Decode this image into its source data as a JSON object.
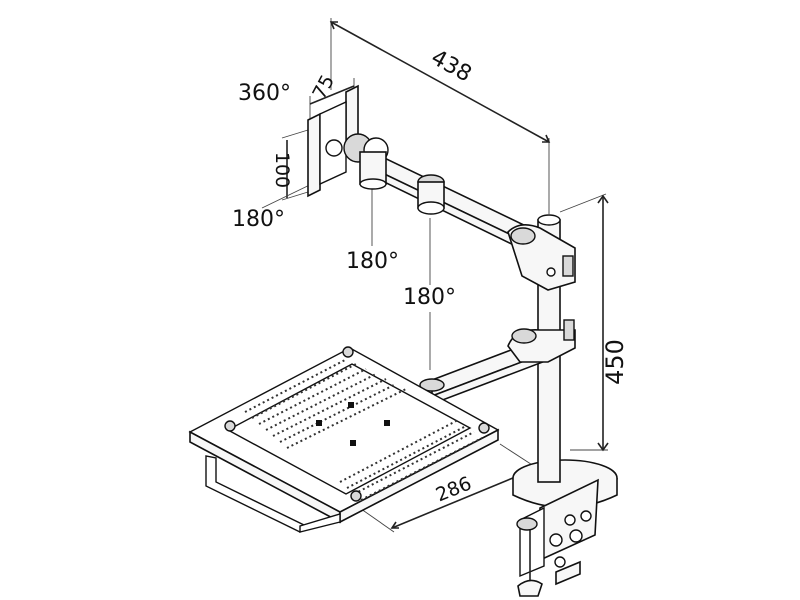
{
  "diagram": {
    "dimensions": {
      "total_reach": "438",
      "pole_height": "450",
      "vesa_horizontal": "75",
      "vesa_vertical": "100",
      "tray_width": "286",
      "tray_depth": "286"
    },
    "rotations": {
      "screen_rotation": "360°",
      "head_tilt": "180°",
      "joint_one": "180°",
      "joint_two": "180°"
    }
  }
}
